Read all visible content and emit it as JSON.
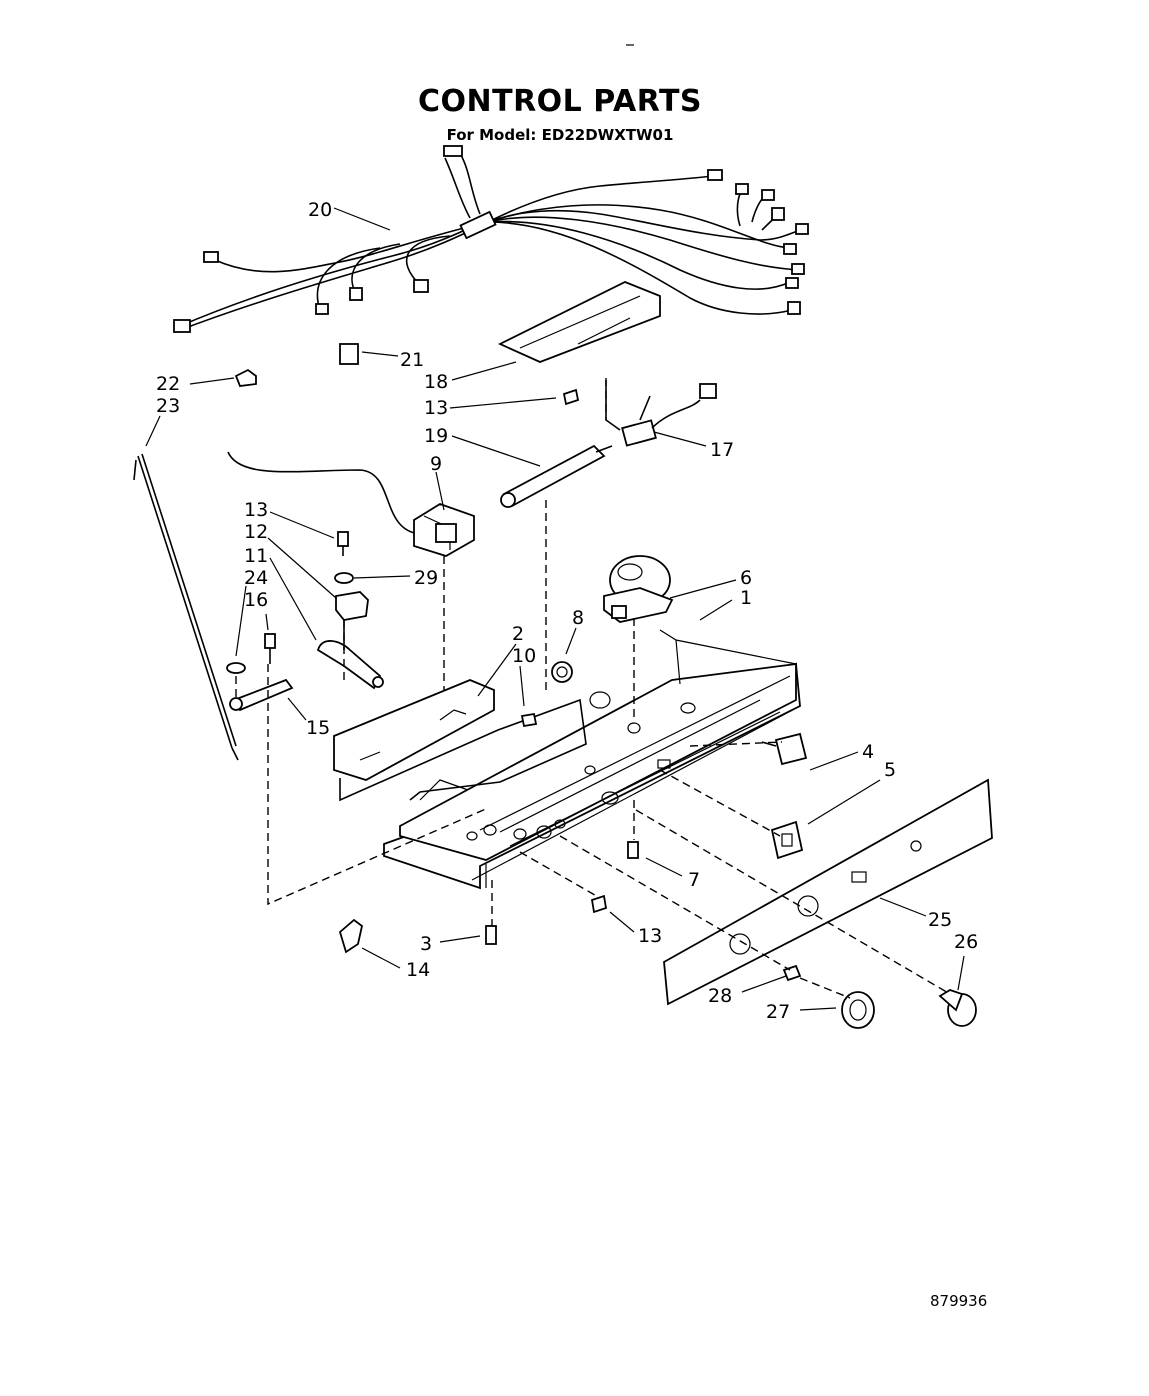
{
  "header": {
    "title": "CONTROL PARTS",
    "subtitle": "For Model: ED22DWXTW01"
  },
  "footer": {
    "doc_number": "879936"
  },
  "callouts": [
    "20",
    "21",
    "22",
    "23",
    "18",
    "13",
    "19",
    "17",
    "9",
    "13",
    "12",
    "11",
    "24",
    "16",
    "29",
    "6",
    "1",
    "8",
    "2",
    "10",
    "15",
    "4",
    "5",
    "7",
    "13",
    "3",
    "14",
    "25",
    "26",
    "28",
    "27"
  ]
}
